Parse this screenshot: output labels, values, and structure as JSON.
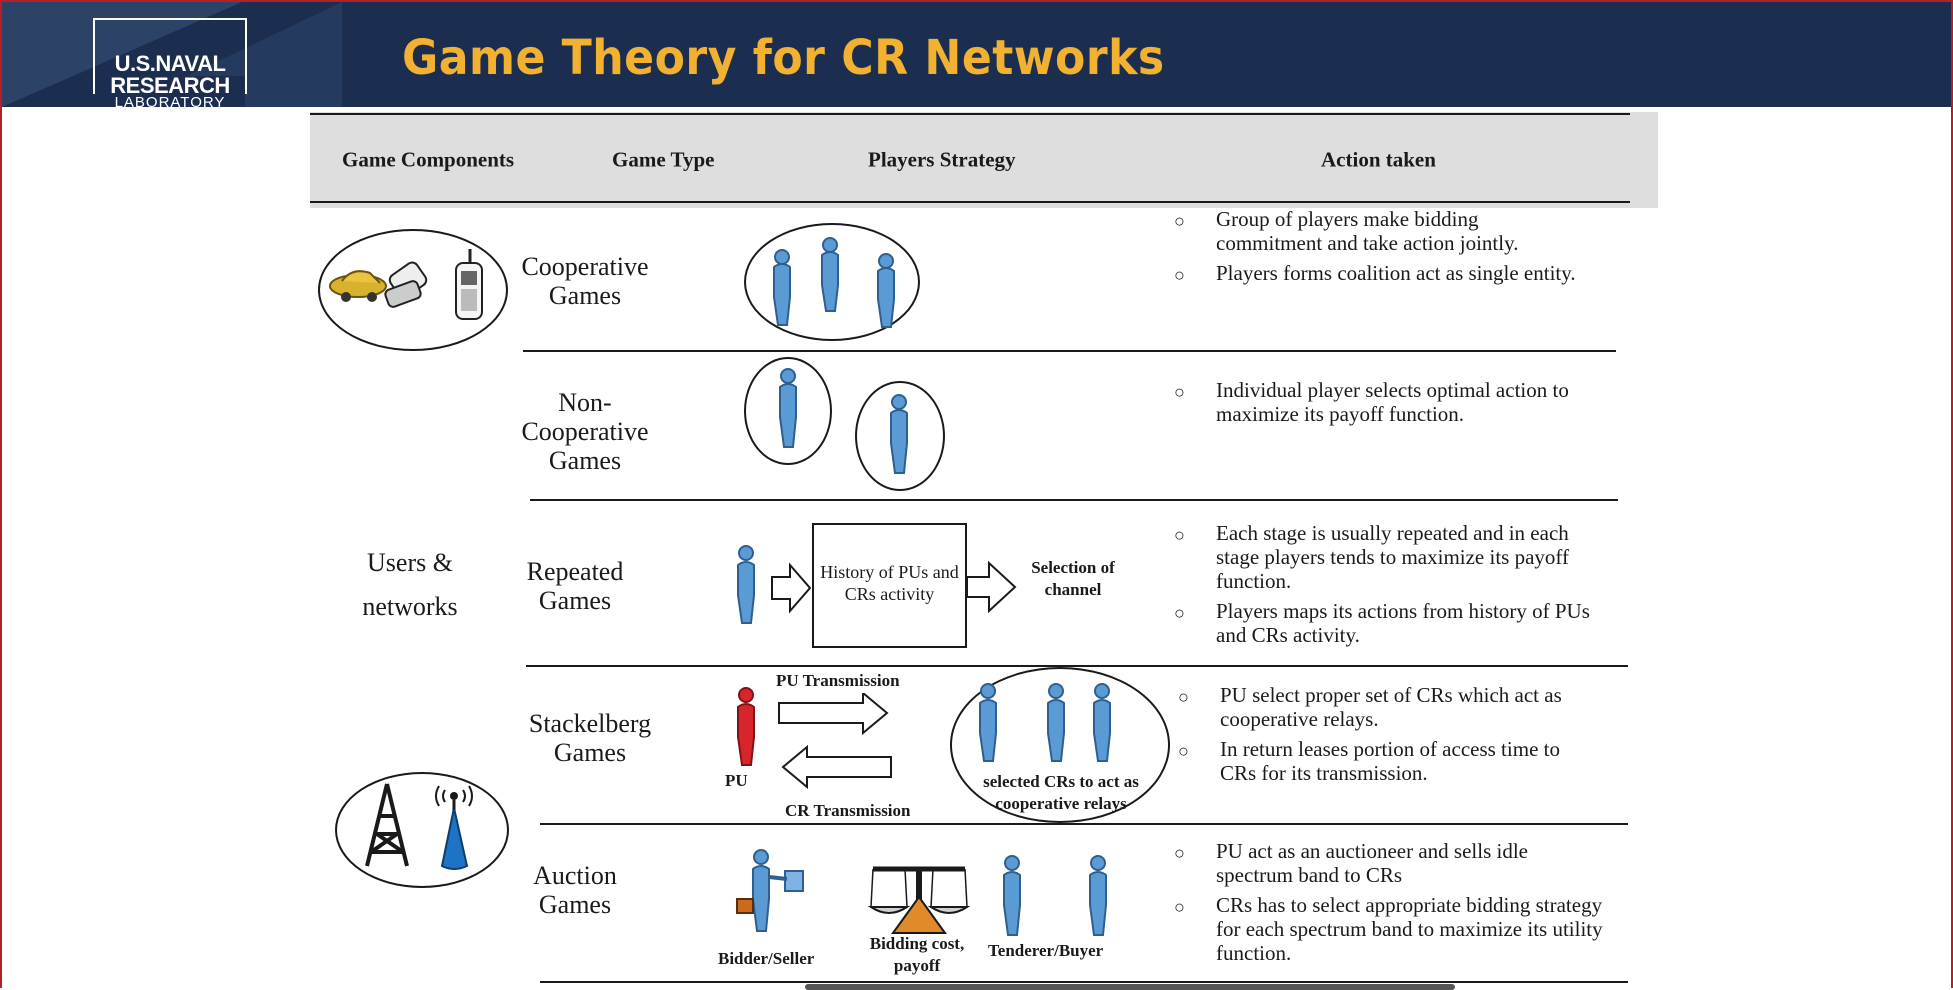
{
  "header": {
    "logo": {
      "line1": "U.S.NAVAL",
      "line2": "RESEARCH",
      "line3": "LABORATORY"
    },
    "title": "Game Theory for CR Networks"
  },
  "table": {
    "columns": [
      "Game Components",
      "Game Type",
      "Players Strategy",
      "Action taken"
    ],
    "component_label": [
      "Users &",
      "networks"
    ],
    "rows": [
      {
        "type": "Cooperative\nGames",
        "actions": [
          "Group of players make bidding commitment and take action jointly.",
          "Players forms coalition act as single entity."
        ]
      },
      {
        "type": "Non-\nCooperative\nGames",
        "actions": [
          "Individual player selects optimal action to maximize its payoff function."
        ]
      },
      {
        "type": "Repeated\nGames",
        "box": "History of PUs and CRs activity",
        "selection": "Selection of channel",
        "actions": [
          "Each stage is usually repeated and in each stage players tends to maximize its payoff function.",
          "Players maps its actions from history of PUs and CRs activity."
        ]
      },
      {
        "type": "Stackelberg\nGames",
        "pu_tx": "PU Transmission",
        "cr_tx": "CR Transmission",
        "pu": "PU",
        "relays": "selected CRs to act as cooperative relays",
        "actions": [
          "PU select proper set of CRs which act as cooperative relays.",
          "In return leases portion of access time to CRs for its transmission."
        ]
      },
      {
        "type": "Auction\nGames",
        "bidder": "Bidder/Seller",
        "bidding": "Bidding cost,\npayoff",
        "tenderer": "Tenderer/Buyer",
        "actions": [
          "PU act as an auctioneer and sells idle spectrum band to CRs",
          "CRs has to select appropriate bidding strategy for each spectrum band to maximize its utility function."
        ]
      }
    ]
  },
  "colors": {
    "header_bg": "#1c2e4f",
    "title": "#f2b131",
    "person": "#5b9bd5",
    "pu": "#d7262b"
  }
}
